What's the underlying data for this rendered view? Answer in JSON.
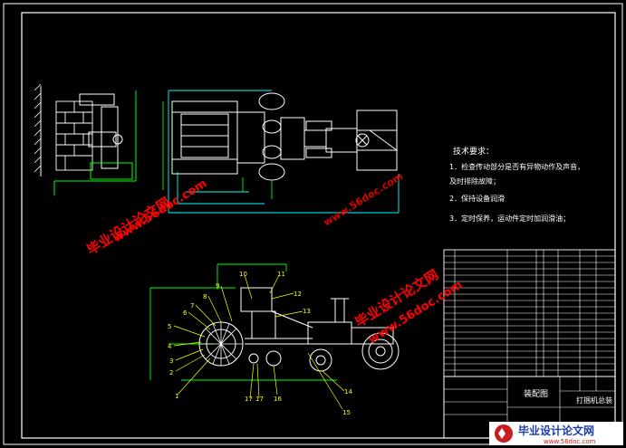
{
  "tech_requirements": {
    "heading": "技术要求：",
    "line1": "1．检查传动部分是否有异物动作及声音，",
    "line1b": "及时排除故障；",
    "line2": "2．保持设备润滑",
    "line3": "3．定时保养，运动件定时加润滑油；"
  },
  "part_numbers": [
    "1",
    "2",
    "3",
    "4",
    "5",
    "6",
    "7",
    "8",
    "9",
    "10",
    "11",
    "12",
    "13",
    "14",
    "15",
    "16",
    "17",
    "17"
  ],
  "title_block": {
    "drawing_name": "装配图",
    "product_name": "打捆机总装"
  },
  "watermarks": {
    "site_cn": "毕业设计论文网",
    "site_url": "www.56doc.com",
    "bottom_cn": "毕业设计论文网",
    "bottom_url": "www.56doc.com"
  },
  "colors": {
    "background": "#000000",
    "outline": "#ffffff",
    "frame": "#00ff00",
    "dimension": "#00ffff",
    "label": "#ffff00",
    "watermark": "#ff0000"
  }
}
